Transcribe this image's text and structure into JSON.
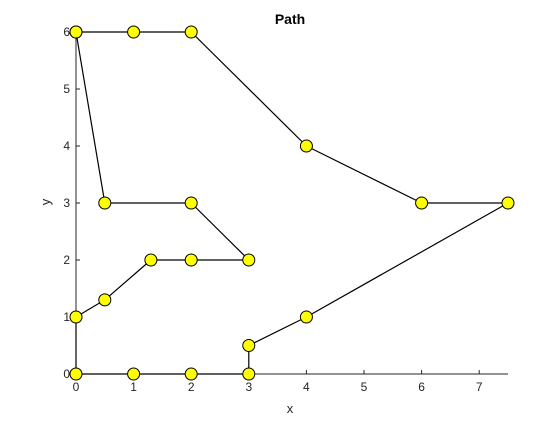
{
  "chart_data": {
    "type": "line",
    "title": "Path",
    "xlabel": "x",
    "ylabel": "y",
    "xlim": [
      0,
      7.5
    ],
    "ylim": [
      0,
      6
    ],
    "x_ticks": [
      "0",
      "1",
      "2",
      "3",
      "4",
      "5",
      "6",
      "7"
    ],
    "y_ticks": [
      "0",
      "1",
      "2",
      "3",
      "4",
      "5",
      "6"
    ],
    "grid": false,
    "series": [
      {
        "x": [
          0,
          1,
          2,
          4,
          6,
          7.5,
          4,
          3,
          3,
          2,
          1,
          0,
          0,
          0.5,
          1.3,
          2,
          3,
          2,
          0.5,
          0
        ],
        "y": [
          6,
          6,
          6,
          4,
          3,
          3,
          1,
          0.5,
          0,
          0,
          0,
          0,
          1,
          1.3,
          2,
          2,
          2,
          3,
          3,
          6
        ]
      }
    ],
    "colors": {
      "line": "#000000",
      "marker_fill": "#ffff00",
      "marker_edge": "#000000",
      "axes": "#262626"
    },
    "marker": "circle"
  }
}
